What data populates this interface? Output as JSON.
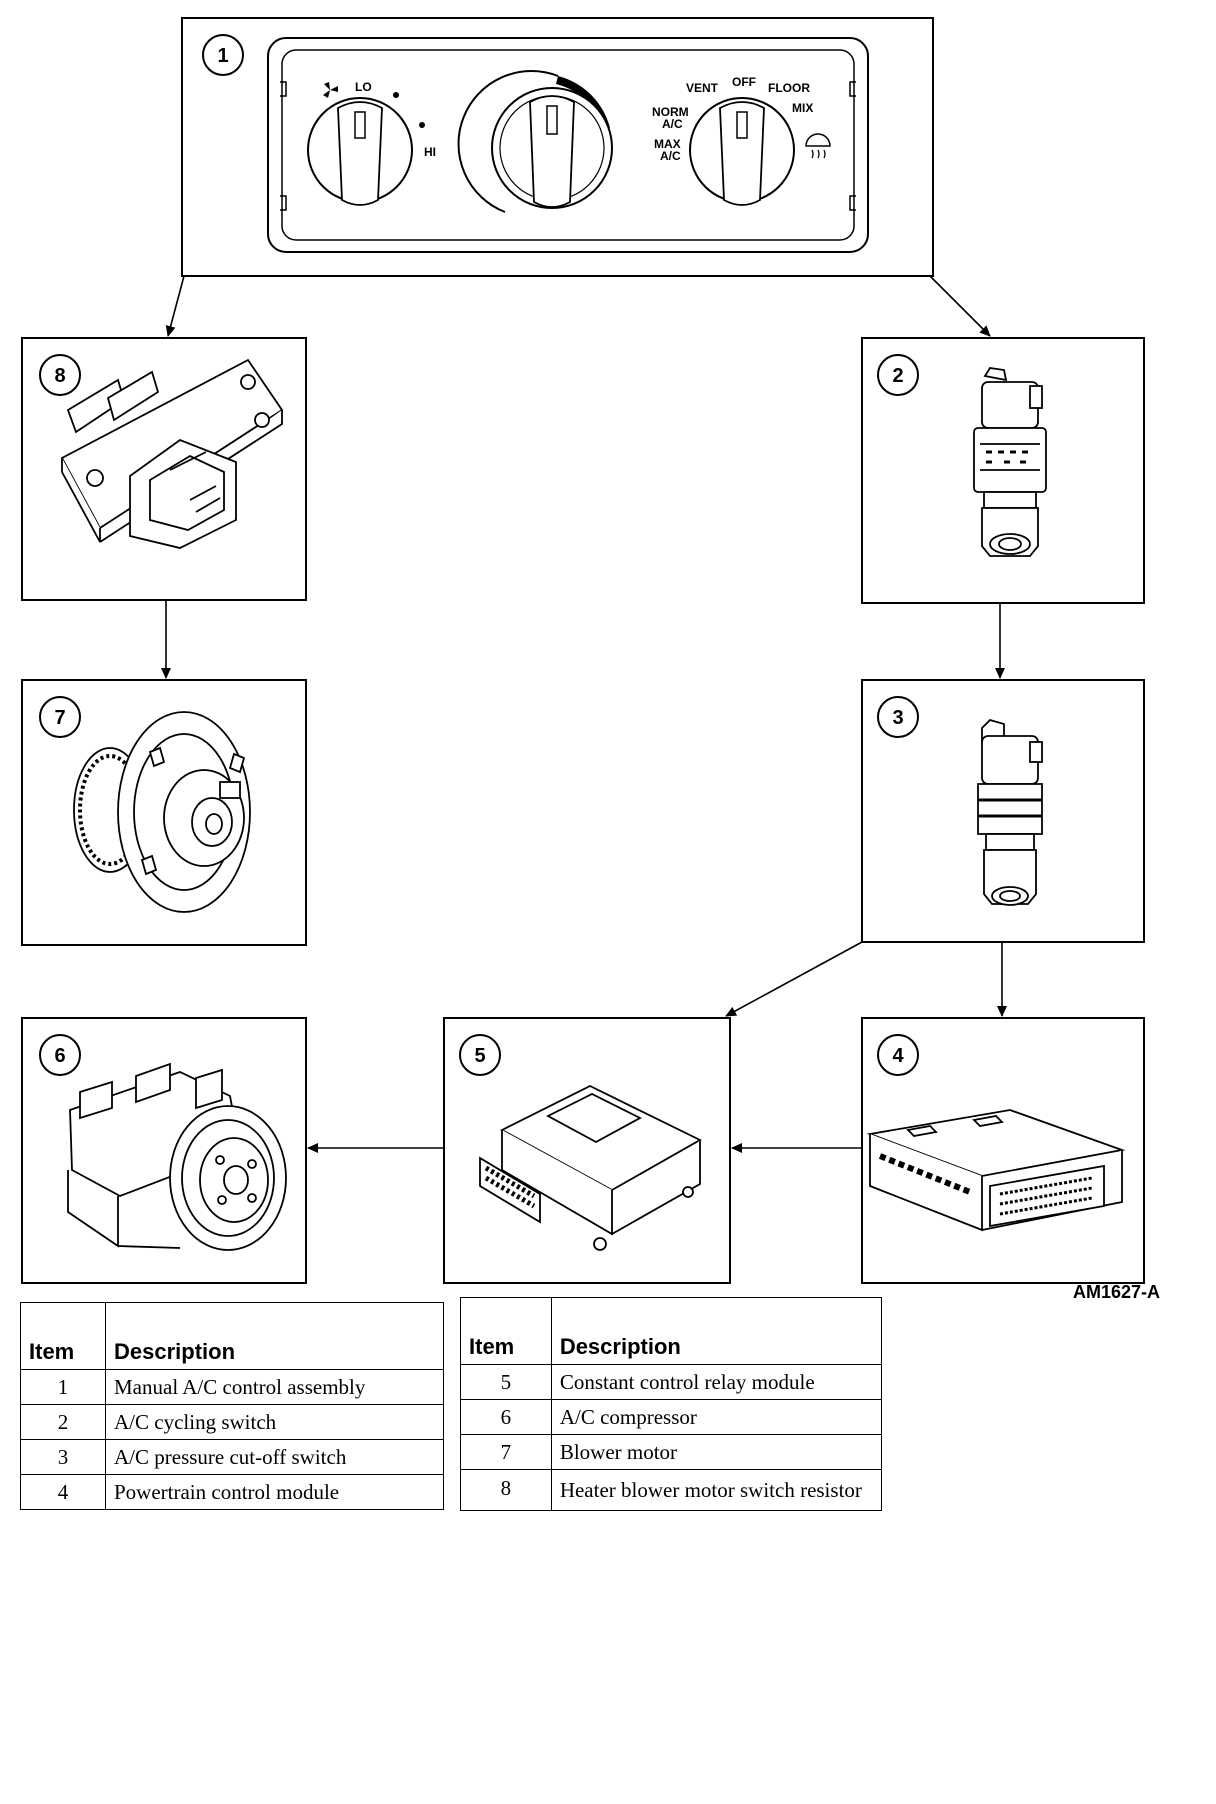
{
  "control_panel": {
    "labels": {
      "lo": "LO",
      "hi": "HI",
      "vent": "VENT",
      "off": "OFF",
      "floor": "FLOOR",
      "norm": "NORM",
      "norm_ac": "A/C",
      "mix": "MIX",
      "max": "MAX",
      "max_ac": "A/C"
    },
    "icons": [
      "fan-icon",
      "defrost-icon"
    ]
  },
  "callouts": [
    "1",
    "2",
    "3",
    "4",
    "5",
    "6",
    "7",
    "8"
  ],
  "figure_id": "AM1627-A",
  "legend_left": {
    "headers": [
      "Item",
      "Description"
    ],
    "rows": [
      {
        "item": "1",
        "description": "Manual A/C control assembly"
      },
      {
        "item": "2",
        "description": "A/C cycling switch"
      },
      {
        "item": "3",
        "description": "A/C pressure cut-off switch"
      },
      {
        "item": "4",
        "description": "Powertrain control module"
      }
    ]
  },
  "legend_right": {
    "headers": [
      "Item",
      "Description"
    ],
    "rows": [
      {
        "item": "5",
        "description": "Constant control relay module"
      },
      {
        "item": "6",
        "description": "A/C compressor"
      },
      {
        "item": "7",
        "description": "Blower motor"
      },
      {
        "item": "8",
        "description": "Heater blower motor switch resistor"
      }
    ]
  },
  "colors": {
    "line": "#000000",
    "background": "#ffffff"
  }
}
